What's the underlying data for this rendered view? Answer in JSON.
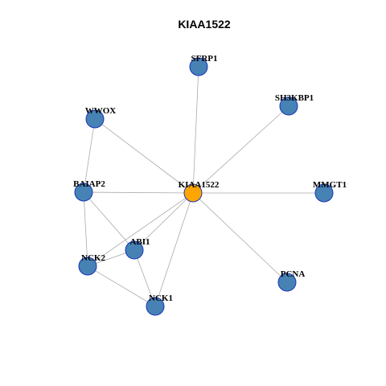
{
  "title": "KIAA1522",
  "colors": {
    "hub_fill": "#FFA500",
    "node_fill": "#4682B4",
    "node_stroke": "#1a35b8",
    "edge": "#aaaaaa"
  },
  "nodes": [
    {
      "id": "KIAA1522",
      "label": "KIAA1522",
      "hub": true
    },
    {
      "id": "SFRP1",
      "label": "SFRP1",
      "hub": false
    },
    {
      "id": "SH3KBP1",
      "label": "SH3KBP1",
      "hub": false
    },
    {
      "id": "WWOX",
      "label": "WWOX",
      "hub": false
    },
    {
      "id": "BAIAP2",
      "label": "BAIAP2",
      "hub": false
    },
    {
      "id": "MMGT1",
      "label": "MMGT1",
      "hub": false
    },
    {
      "id": "ABI1",
      "label": "ABI1",
      "hub": false
    },
    {
      "id": "NCK2",
      "label": "NCK2",
      "hub": false
    },
    {
      "id": "PCNA",
      "label": "PCNA",
      "hub": false
    },
    {
      "id": "NCK1",
      "label": "NCK1",
      "hub": false
    }
  ],
  "edges": [
    [
      "KIAA1522",
      "SFRP1"
    ],
    [
      "KIAA1522",
      "SH3KBP1"
    ],
    [
      "KIAA1522",
      "WWOX"
    ],
    [
      "KIAA1522",
      "BAIAP2"
    ],
    [
      "KIAA1522",
      "MMGT1"
    ],
    [
      "KIAA1522",
      "ABI1"
    ],
    [
      "KIAA1522",
      "NCK2"
    ],
    [
      "KIAA1522",
      "PCNA"
    ],
    [
      "KIAA1522",
      "NCK1"
    ],
    [
      "WWOX",
      "BAIAP2"
    ],
    [
      "BAIAP2",
      "ABI1"
    ],
    [
      "BAIAP2",
      "NCK2"
    ],
    [
      "NCK2",
      "ABI1"
    ],
    [
      "NCK2",
      "NCK1"
    ],
    [
      "ABI1",
      "NCK1"
    ]
  ]
}
